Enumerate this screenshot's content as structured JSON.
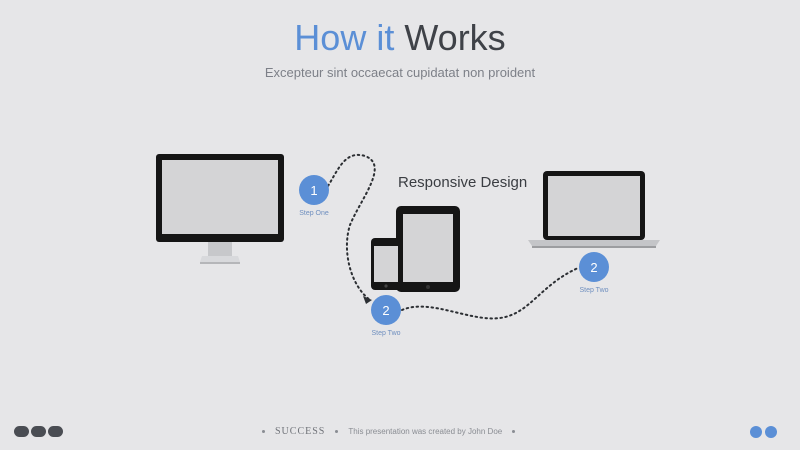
{
  "title": {
    "part1": "How it",
    "part2": "Works"
  },
  "subtitle": "Excepteur sint occaecat cupidatat non proident",
  "diagram": {
    "responsive_label": "Responsive Design",
    "steps": [
      {
        "number": "1",
        "label": "Step One"
      },
      {
        "number": "2",
        "label": "Step Two"
      },
      {
        "number": "2",
        "label": "Step Two"
      }
    ]
  },
  "footer": {
    "brand": "SUCCESS",
    "credit": "This presentation was created by John Doe"
  },
  "colors": {
    "accent": "#5b8fd6",
    "dark": "#3f4248",
    "background": "#e6e6e8"
  }
}
